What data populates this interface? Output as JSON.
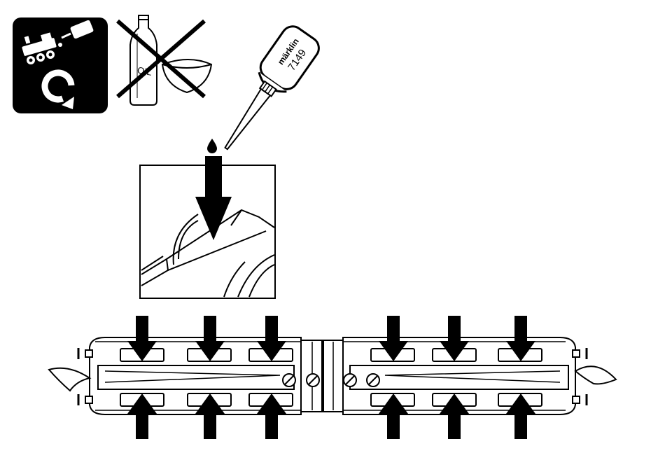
{
  "bottle": {
    "brand": "märklin",
    "number": "7149"
  },
  "forbidden_oil": {
    "label": "OIL"
  },
  "icons": {
    "maintenance": "maintenance-icon",
    "no_oil": "no-oil-crossed-icon",
    "oil_bottle": "oil-bottle-icon",
    "oil_drop": "oil-drop-icon",
    "down_arrow": "arrow-down-icon",
    "up_arrow": "arrow-up-icon",
    "screw": "screw-icon"
  },
  "colors": {
    "ink": "#000000",
    "paper": "#ffffff"
  }
}
